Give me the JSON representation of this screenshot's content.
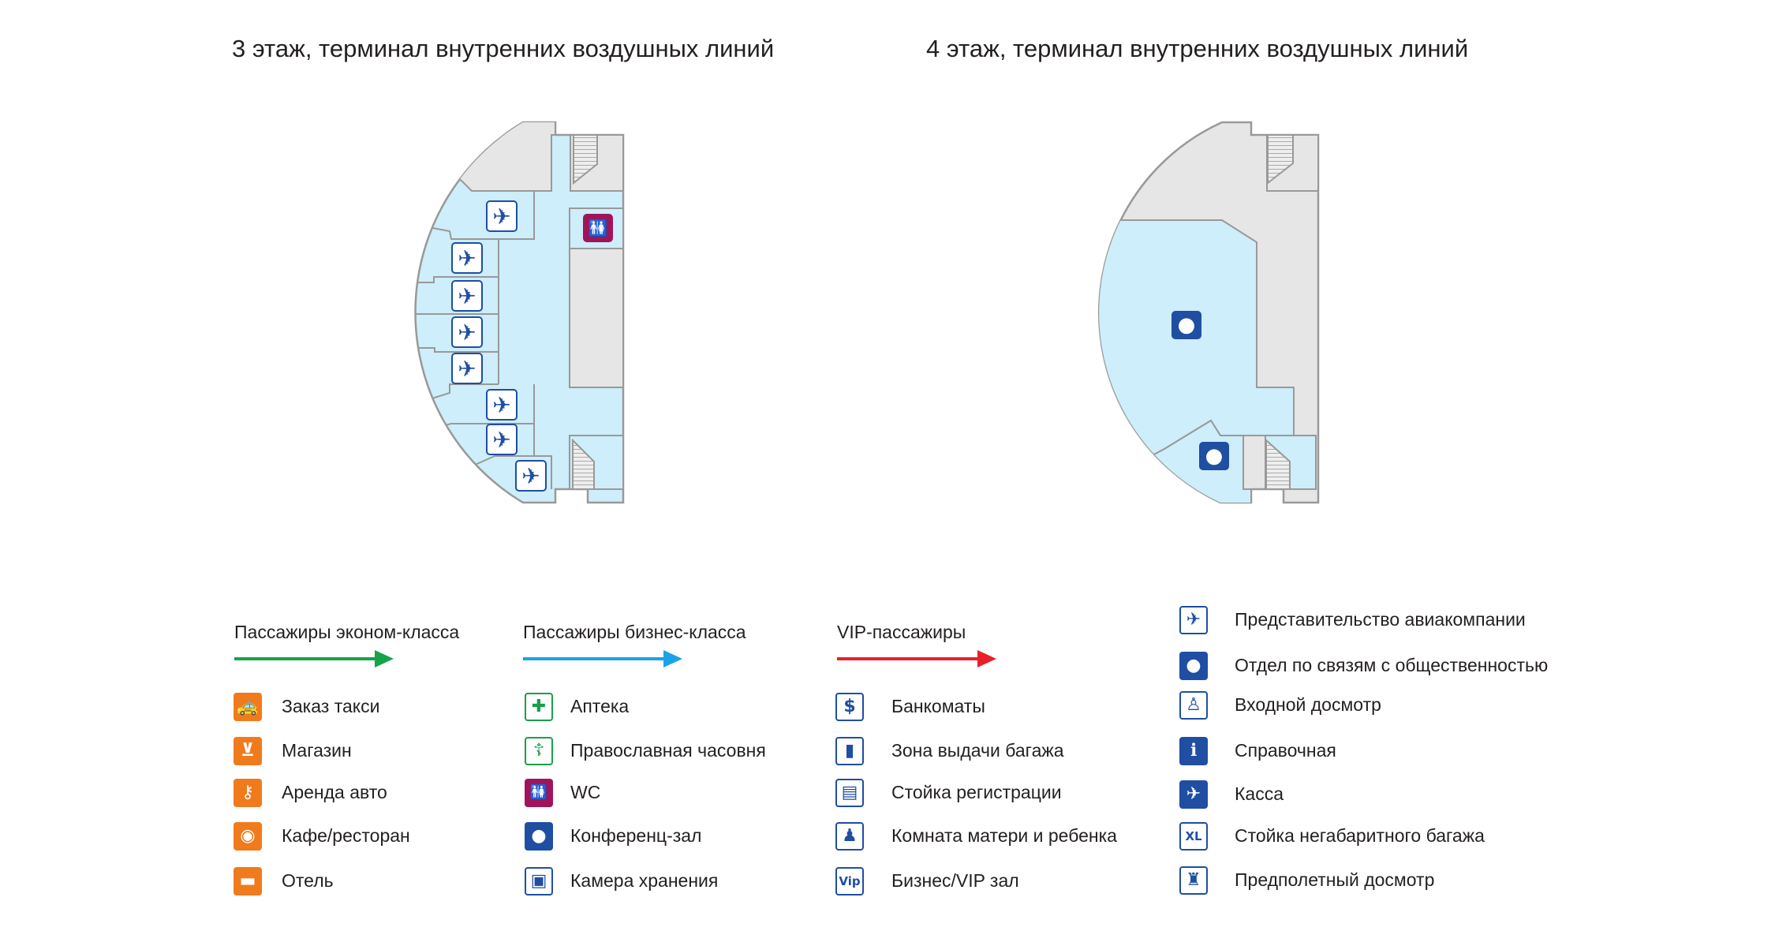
{
  "titles": {
    "floor3": "3 этаж, терминал внутренних воздушных линий",
    "floor4": "4 этаж, терминал внутренних воздушных линий"
  },
  "colors": {
    "economy": "#17a34a",
    "business": "#1aa3e8",
    "vip": "#e8202a",
    "orange": "#f07b1d",
    "green": "#1a9e4a",
    "wc": "#a0155a",
    "blue": "#1f4ea3",
    "room_blue": "#cdeefa",
    "room_gray": "#e6e6e6"
  },
  "legend": {
    "economy_header": "Пассажиры эконом-класса",
    "business_header": "Пассажиры бизнес-класса",
    "vip_header": "VIP-пассажиры",
    "columns": [
      {
        "items": [
          {
            "label": "Заказ такси",
            "icon": "taxi-icon",
            "glyph": "🚕",
            "style": "orange"
          },
          {
            "label": "Магазин",
            "icon": "shopping-basket-icon",
            "glyph": "⊻",
            "style": "orange"
          },
          {
            "label": "Аренда авто",
            "icon": "car-rental-icon",
            "glyph": "⚷",
            "style": "orange"
          },
          {
            "label": "Кафе/ресторан",
            "icon": "restaurant-icon",
            "glyph": "◉",
            "style": "orange"
          },
          {
            "label": "Отель",
            "icon": "hotel-bed-icon",
            "glyph": "▬",
            "style": "orange"
          }
        ]
      },
      {
        "items": [
          {
            "label": "Аптека",
            "icon": "pharmacy-icon",
            "glyph": "✚",
            "style": "green"
          },
          {
            "label": "Православная часовня",
            "icon": "orthodox-cross-icon",
            "glyph": "☦",
            "style": "green"
          },
          {
            "label": "WC",
            "icon": "wc-icon",
            "glyph": "🚻",
            "style": "wc"
          },
          {
            "label": "Конференц-зал",
            "icon": "conference-podium-icon",
            "glyph": "●",
            "style": "bluefill"
          },
          {
            "label": "Камера хранения",
            "icon": "luggage-storage-icon",
            "glyph": "▣",
            "style": "blueline"
          }
        ]
      },
      {
        "items": [
          {
            "label": "Банкоматы",
            "icon": "atm-icon",
            "glyph": "$",
            "style": "blueline"
          },
          {
            "label": "Зона выдачи багажа",
            "icon": "baggage-claim-icon",
            "glyph": "▮",
            "style": "blueline"
          },
          {
            "label": "Стойка регистрации",
            "icon": "check-in-icon",
            "glyph": "▤",
            "style": "blueline"
          },
          {
            "label": "Комната матери и ребенка",
            "icon": "mother-child-icon",
            "glyph": "♟",
            "style": "blueline"
          },
          {
            "label": "Бизнес/VIP зал",
            "icon": "vip-lounge-icon",
            "glyph": "Vip",
            "style": "blueline"
          }
        ]
      },
      {
        "items": [
          {
            "label": "Представительство авиакомпании",
            "icon": "airline-office-icon",
            "glyph": "✈",
            "style": "blueline"
          },
          {
            "label": "Отдел по связям с общественностью",
            "icon": "microphone-icon",
            "glyph": "●",
            "style": "bluefill"
          },
          {
            "label": "Входной досмотр",
            "icon": "entrance-security-icon",
            "glyph": "♙",
            "style": "blueline"
          },
          {
            "label": "Справочная",
            "icon": "info-icon",
            "glyph": "ℹ",
            "style": "bluefill"
          },
          {
            "label": "Касса",
            "icon": "ticket-office-icon",
            "glyph": "✈",
            "style": "bluefill"
          },
          {
            "label": "Стойка негабаритного багажа",
            "icon": "oversize-baggage-icon",
            "glyph": "XL",
            "style": "blueline"
          },
          {
            "label": "Предполетный досмотр",
            "icon": "preflight-security-icon",
            "glyph": "♜",
            "style": "blueline"
          }
        ]
      }
    ]
  },
  "map_icons": {
    "plane": "✈",
    "wc": "🚻",
    "podium": "●",
    "mic": "●"
  }
}
